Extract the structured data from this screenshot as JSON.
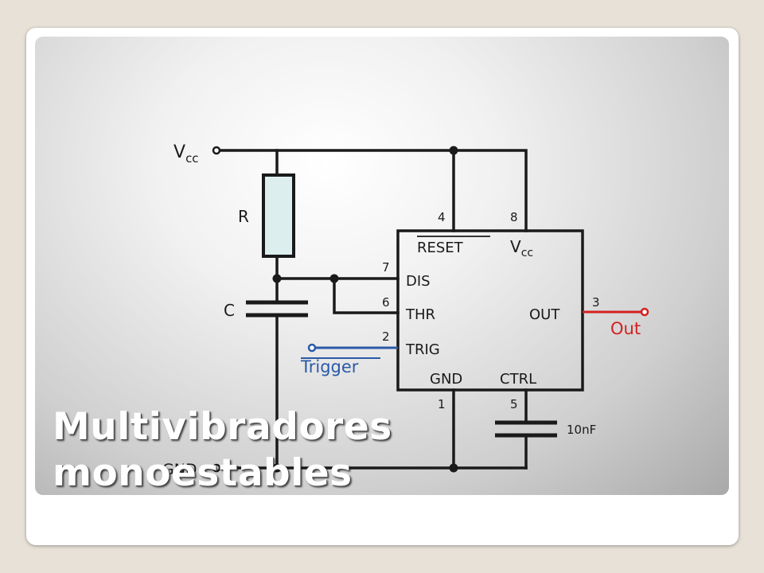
{
  "slide": {
    "title_line1": "Multivibradores",
    "title_line2": "monoestables"
  },
  "diagram": {
    "labels": {
      "vcc_left_main": "V",
      "vcc_left_sub": "cc",
      "resistor": "R",
      "capacitor": "C",
      "gnd": "GND",
      "trigger": "Trigger",
      "out": "Out",
      "ctrl_cap": "10nF"
    },
    "ic": {
      "reset": "RESET",
      "vcc_main": "V",
      "vcc_sub": "cc",
      "dis": "DIS",
      "thr": "THR",
      "trig": "TRIG",
      "gnd": "GND",
      "ctrl": "CTRL",
      "out": "OUT"
    },
    "pins": {
      "reset": "4",
      "vcc": "8",
      "dis": "7",
      "thr": "6",
      "trig": "2",
      "out": "3",
      "gnd": "1",
      "ctrl": "5"
    },
    "colors": {
      "wire": "#1a1a1a",
      "trigger": "#2a5aa8",
      "out": "#d42020",
      "resistor_fill": "#ddeeee"
    }
  }
}
